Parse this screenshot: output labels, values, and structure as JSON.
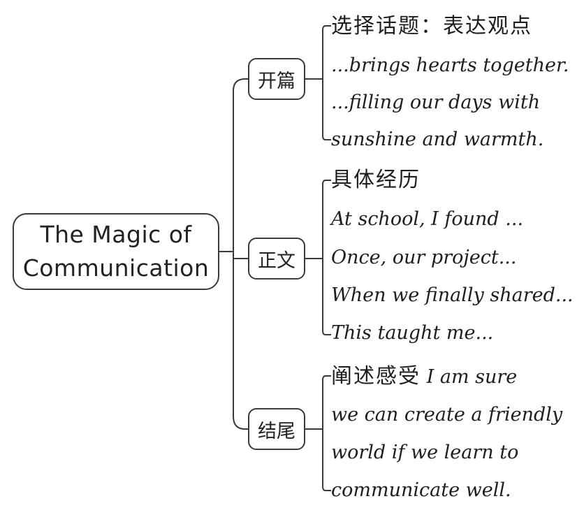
{
  "root": {
    "line1": "The Magic of",
    "line2": "Communication"
  },
  "branches": {
    "opening": {
      "label": "开篇",
      "items": [
        "选择话题：表达观点",
        "...brings hearts together.",
        "...filling our days with",
        "sunshine and warmth."
      ]
    },
    "body": {
      "label": "正文",
      "items": [
        "具体经历",
        "At school, I found ...",
        "Once, our project...",
        "When we finally shared...",
        "This taught me..."
      ]
    },
    "ending": {
      "label": "结尾",
      "heading": "阐述感受",
      "items": [
        "I am sure",
        "we can create a friendly",
        "world if we learn to",
        "communicate well."
      ]
    }
  },
  "colors": {
    "line": "#3a3a3a",
    "text": "#1e1e1e"
  }
}
